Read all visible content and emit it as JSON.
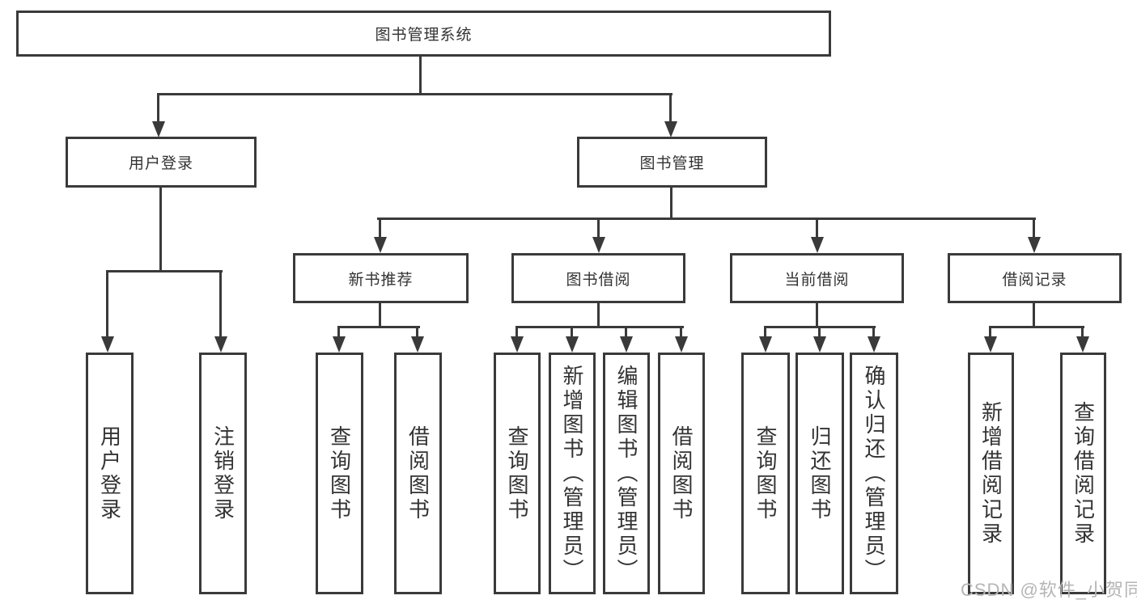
{
  "nodes": {
    "root": "图书管理系统",
    "l2": [
      "用户登录",
      "图书管理"
    ],
    "l3": [
      "新书推荐",
      "图书借阅",
      "当前借阅",
      "借阅记录"
    ]
  },
  "leaves": {
    "login": [
      "用户登录",
      "注销登录"
    ],
    "recommend": [
      "查询图书",
      "借阅图书"
    ],
    "borrow": [
      "查询图书",
      "新增图书（管理员）",
      "编辑图书（管理员）",
      "借阅图书"
    ],
    "current": [
      "查询图书",
      "归还图书",
      "确认归还（管理员）"
    ],
    "record": [
      "新增借阅记录",
      "查询借阅记录"
    ]
  },
  "watermark": {
    "text": "CSDN @软件_小贺同学"
  },
  "colors": {
    "line": "#3a3a3a",
    "text": "#333333",
    "background": "#ffffff",
    "watermark": "#b5b5b5"
  }
}
